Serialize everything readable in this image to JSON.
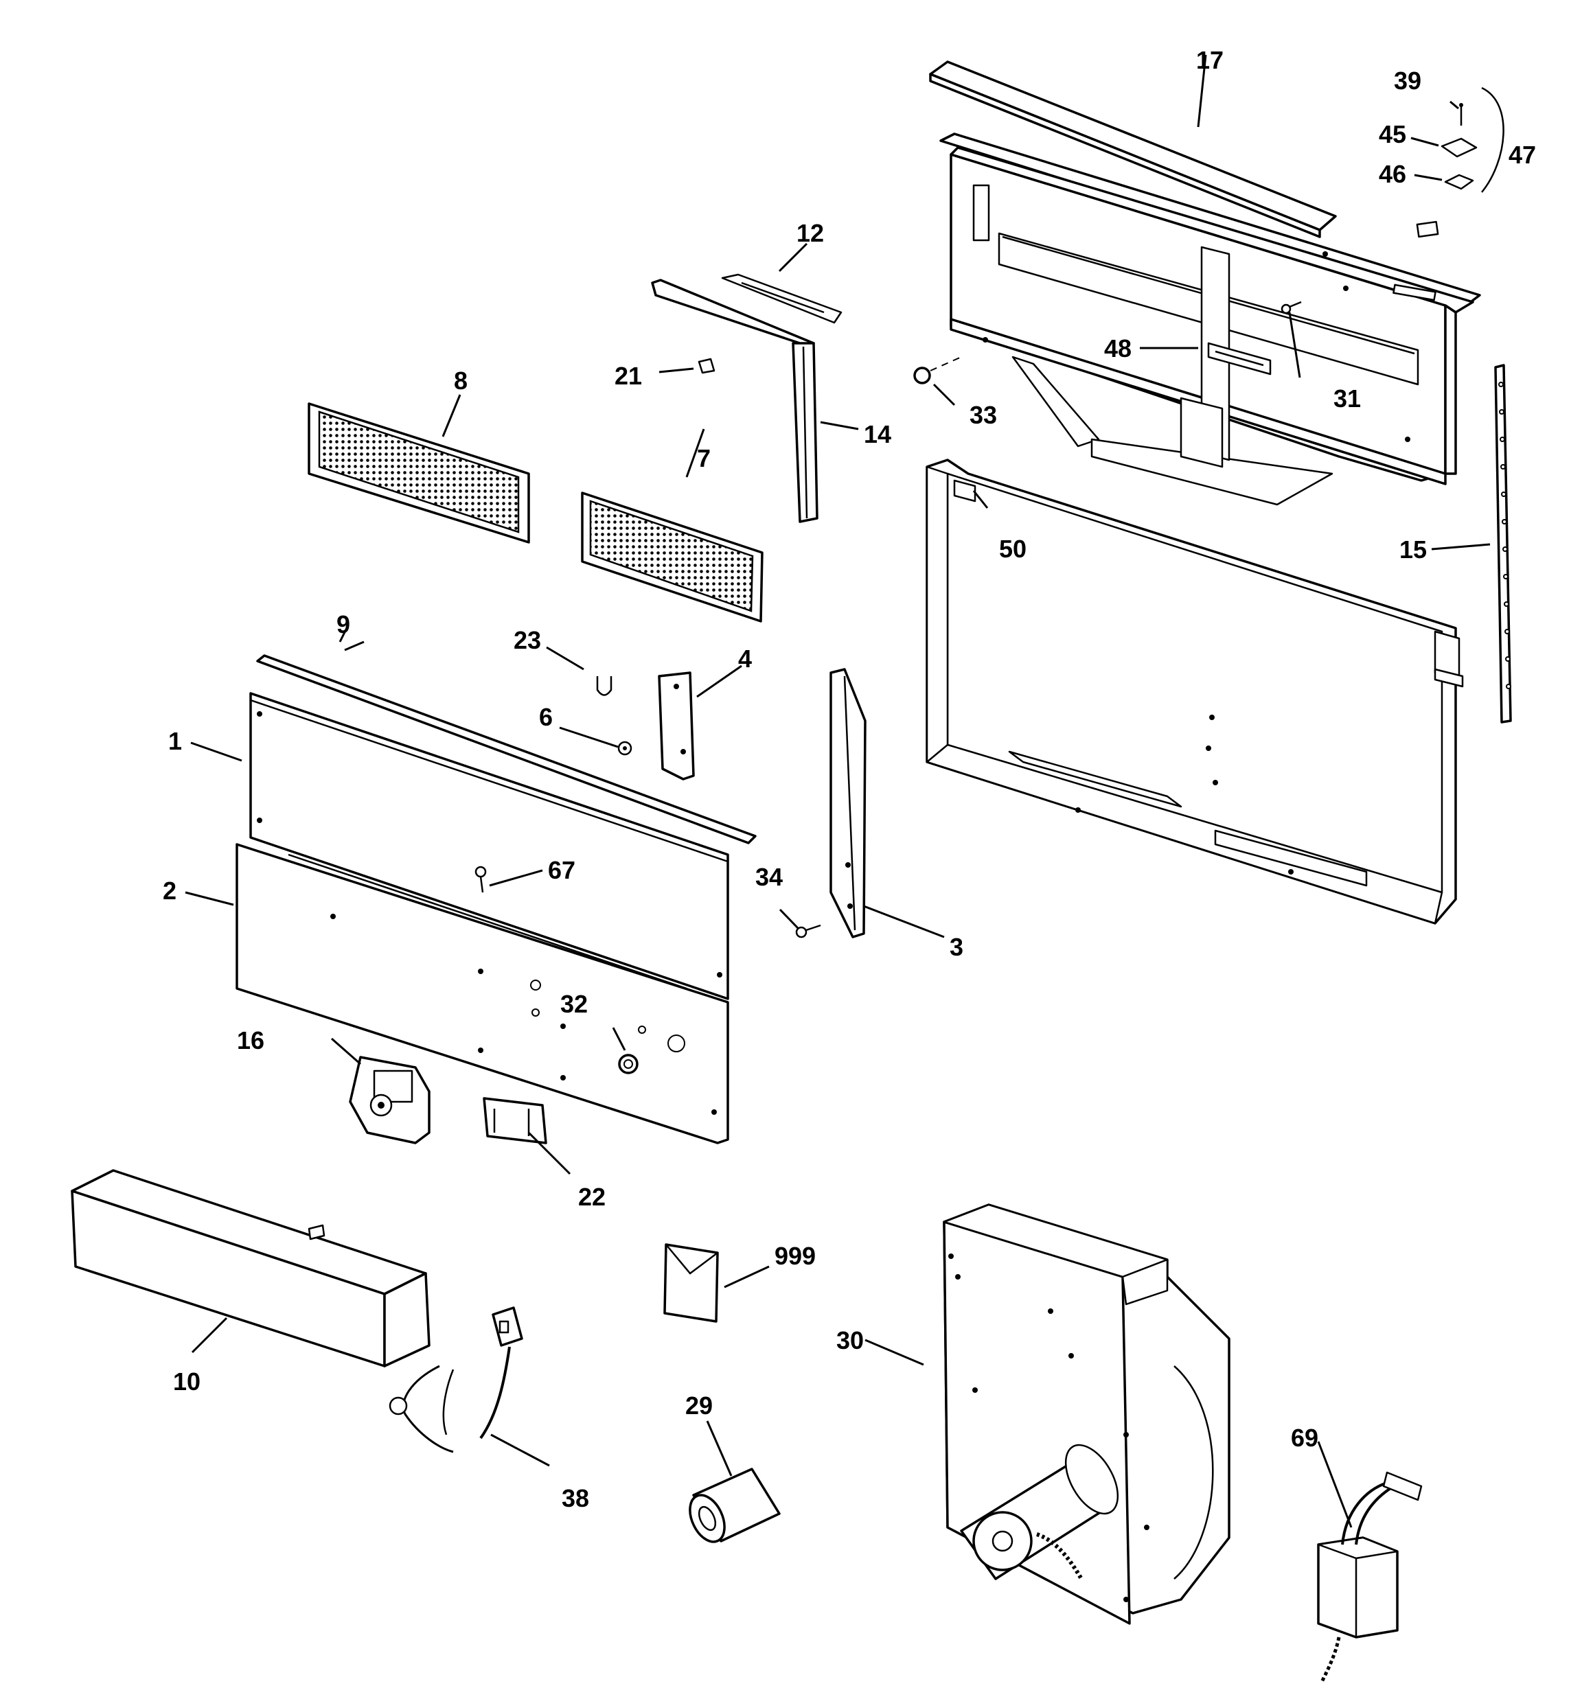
{
  "callouts": [
    {
      "id": "c1",
      "label": "1"
    },
    {
      "id": "c2",
      "label": "2"
    },
    {
      "id": "c3",
      "label": "3"
    },
    {
      "id": "c4",
      "label": "4"
    },
    {
      "id": "c6",
      "label": "6"
    },
    {
      "id": "c7",
      "label": "7"
    },
    {
      "id": "c8",
      "label": "8"
    },
    {
      "id": "c9",
      "label": "9"
    },
    {
      "id": "c10",
      "label": "10"
    },
    {
      "id": "c12",
      "label": "12"
    },
    {
      "id": "c14",
      "label": "14"
    },
    {
      "id": "c15",
      "label": "15"
    },
    {
      "id": "c16",
      "label": "16"
    },
    {
      "id": "c17",
      "label": "17"
    },
    {
      "id": "c21",
      "label": "21"
    },
    {
      "id": "c22",
      "label": "22"
    },
    {
      "id": "c23",
      "label": "23"
    },
    {
      "id": "c29",
      "label": "29"
    },
    {
      "id": "c30",
      "label": "30"
    },
    {
      "id": "c31",
      "label": "31"
    },
    {
      "id": "c32",
      "label": "32"
    },
    {
      "id": "c33",
      "label": "33"
    },
    {
      "id": "c34",
      "label": "34"
    },
    {
      "id": "c38",
      "label": "38"
    },
    {
      "id": "c39",
      "label": "39"
    },
    {
      "id": "c45",
      "label": "45"
    },
    {
      "id": "c46",
      "label": "46"
    },
    {
      "id": "c47",
      "label": "47"
    },
    {
      "id": "c48",
      "label": "48"
    },
    {
      "id": "c50",
      "label": "50"
    },
    {
      "id": "c67",
      "label": "67"
    },
    {
      "id": "c69",
      "label": "69"
    },
    {
      "id": "c999",
      "label": "999"
    }
  ]
}
